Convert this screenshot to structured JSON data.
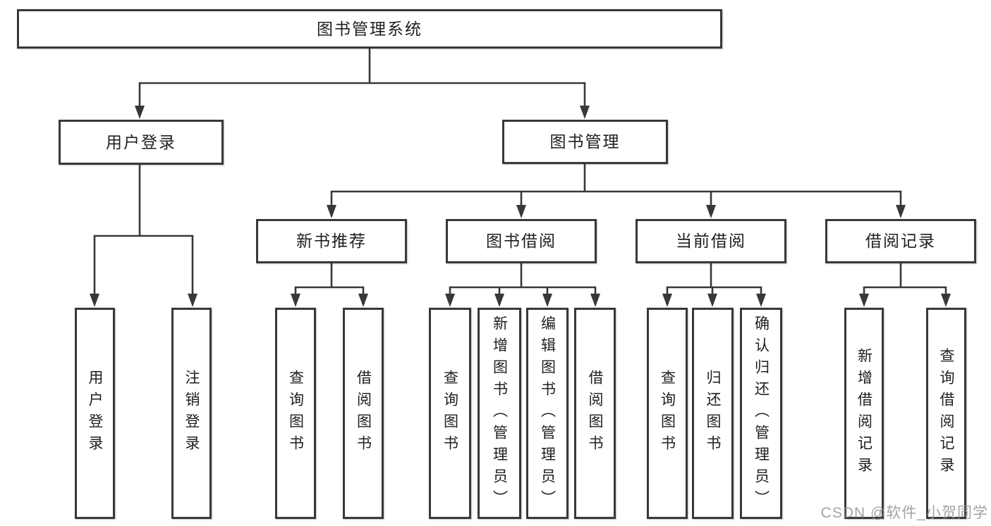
{
  "colors": {
    "line": "#383838",
    "box_border": "#383838",
    "box_fill": "#ffffff",
    "text": "#202020",
    "background": "#ffffff"
  },
  "watermark": "CSDN @软件_小贺同学",
  "nodes": {
    "root": "图书管理系统",
    "user_login": "用户登录",
    "book_management": "图书管理",
    "new_book_recommend": "新书推荐",
    "book_borrowing": "图书借阅",
    "current_borrowing": "当前借阅",
    "borrowing_records": "借阅记录",
    "leaf_user_login": "用户登录",
    "leaf_logout": "注销登录",
    "leaf_nbr_query_books": "查询图书",
    "leaf_nbr_borrow_books": "借阅图书",
    "leaf_bb_query_books": "查询图书",
    "leaf_bb_add_books": "新增图书（管理员）",
    "leaf_bb_edit_books": "编辑图书（管理员）",
    "leaf_bb_borrow_books": "借阅图书",
    "leaf_cb_query_books": "查询图书",
    "leaf_cb_return_books": "归还图书",
    "leaf_cb_confirm_return": "确认归还（管理员）",
    "leaf_br_add_record": "新增借阅记录",
    "leaf_br_query_record": "查询借阅记录"
  }
}
